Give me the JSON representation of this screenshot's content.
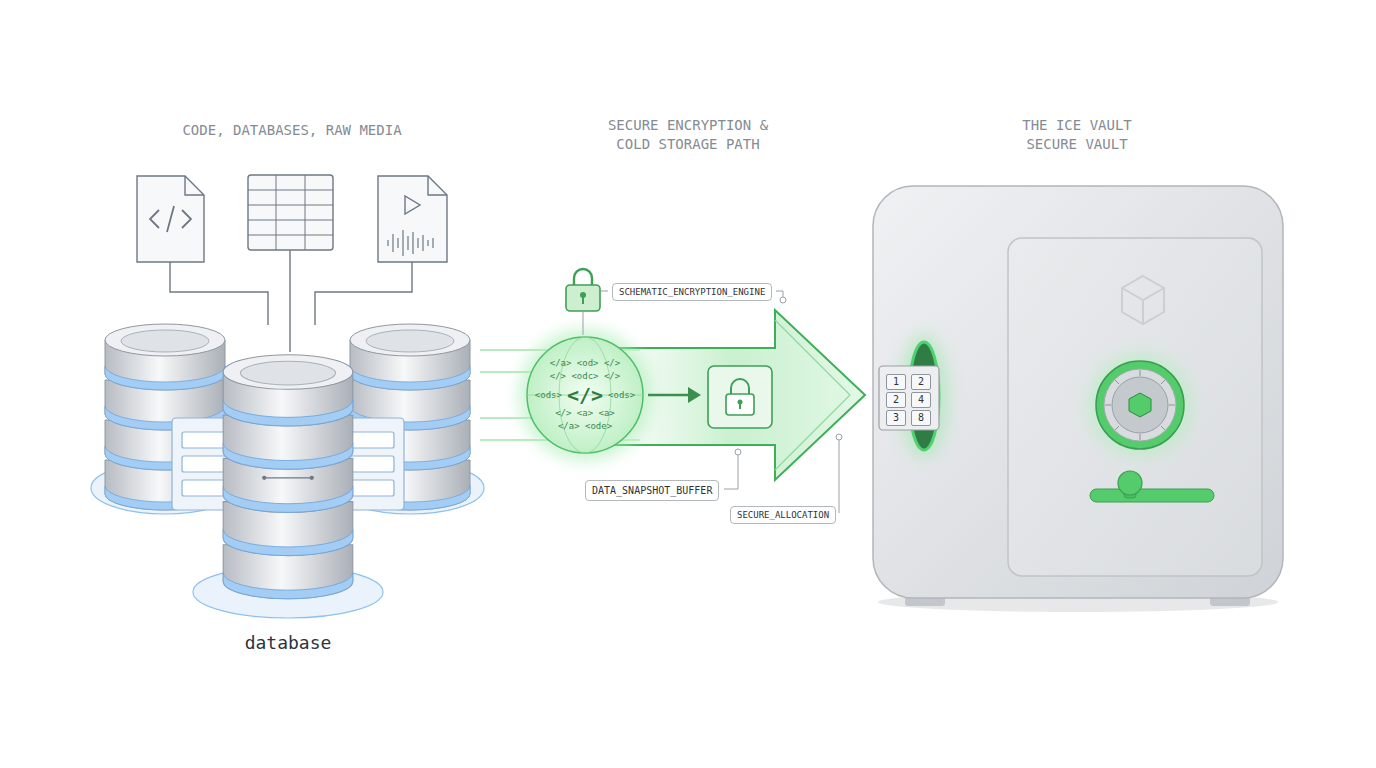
{
  "diagram": {
    "nodes": [
      {
        "text": [
          "</a> <od> </>",
          "</> <odc> </>",
          "<ods>",
          "</>",
          "<ods>",
          "</> <a> <a>",
          "</a> <ode>"
        ]
      },
      {
        "text": [
          "SCHEMATIC_ENCRYPTION_ENGINE"
        ]
      },
      {
        "text": [
          "DATA_SNAPSHOT_BUFFER"
        ]
      },
      {
        "text": [
          "SECURE_ALLOCATION"
        ]
      },
      {
        "text": [
          "1"
        ]
      },
      {
        "text": [
          "2"
        ]
      },
      {
        "text": [
          "2"
        ]
      },
      {
        "text": [
          "4"
        ]
      },
      {
        "text": [
          "3"
        ]
      },
      {
        "text": [
          "8"
        ]
      }
    ],
    "labels": [
      "CODE, DATABASES, RAW MEDIA",
      "SECURE ENCRYPTION & COLD STORAGE PATH",
      "THE ICE VAULT SECURE VAULT",
      "database"
    ]
  }
}
